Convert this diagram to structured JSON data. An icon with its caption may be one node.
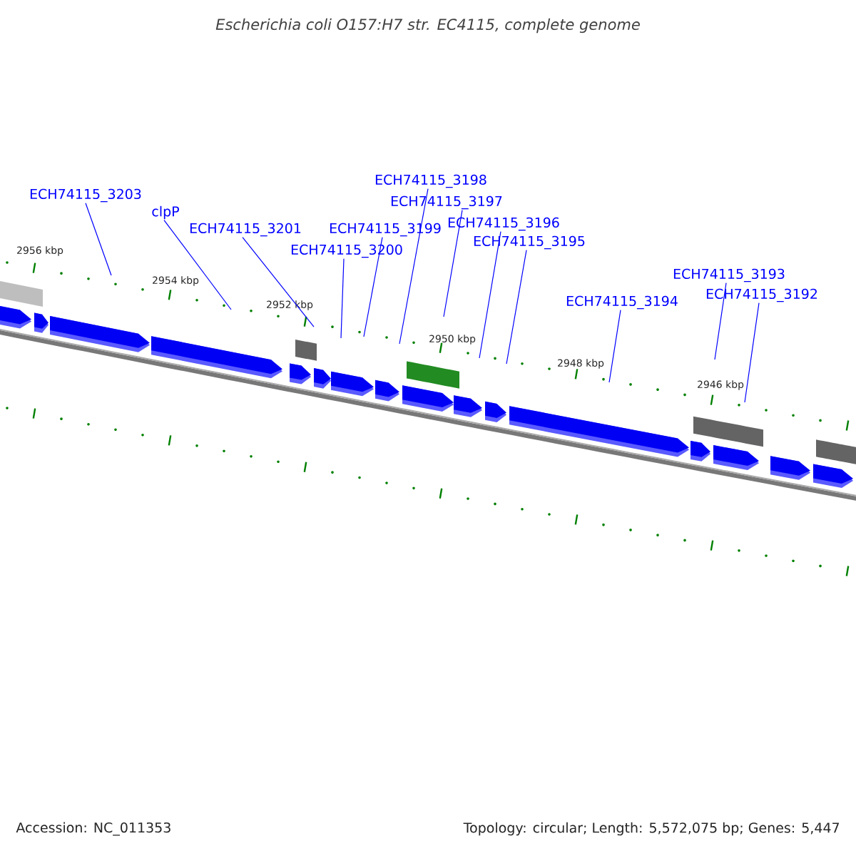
{
  "diagram": {
    "title": "Escherichia coli O157:H7 str. EC4115, complete genome",
    "nodes": [
      {
        "text": [
          "ECH74115_3203"
        ]
      },
      {
        "text": [
          "clpP"
        ]
      },
      {
        "text": [
          "ECH74115_3201"
        ]
      },
      {
        "text": [
          "ECH74115_3200"
        ]
      },
      {
        "text": [
          "ECH74115_3199"
        ]
      },
      {
        "text": [
          "ECH74115_3198"
        ]
      },
      {
        "text": [
          "ECH74115_3197"
        ]
      },
      {
        "text": [
          "ECH74115_3196"
        ]
      },
      {
        "text": [
          "ECH74115_3195"
        ]
      },
      {
        "text": [
          "ECH74115_3194"
        ]
      },
      {
        "text": [
          "ECH74115_3193"
        ]
      },
      {
        "text": [
          "ECH74115_3192"
        ]
      }
    ],
    "edges": [
      {
        "from": 0,
        "to": null,
        "arrow": "none"
      },
      {
        "from": 1,
        "to": null,
        "arrow": "none"
      },
      {
        "from": 2,
        "to": null,
        "arrow": "none"
      },
      {
        "from": 3,
        "to": null,
        "arrow": "none"
      },
      {
        "from": 4,
        "to": null,
        "arrow": "none"
      },
      {
        "from": 5,
        "to": null,
        "arrow": "none"
      },
      {
        "from": 6,
        "to": null,
        "arrow": "none"
      },
      {
        "from": 7,
        "to": null,
        "arrow": "none"
      },
      {
        "from": 8,
        "to": null,
        "arrow": "none"
      },
      {
        "from": 9,
        "to": null,
        "arrow": "none"
      },
      {
        "from": 10,
        "to": null,
        "arrow": "none"
      },
      {
        "from": 11,
        "to": null,
        "arrow": "none"
      }
    ],
    "labels": [
      "2956 kbp",
      "2954 kbp",
      "2952 kbp",
      "2950 kbp",
      "2948 kbp",
      "2946 kbp",
      "Accession: NC_011353",
      "Topology: circular; Length: 5,572,075 bp; Genes: 5,447"
    ]
  }
}
